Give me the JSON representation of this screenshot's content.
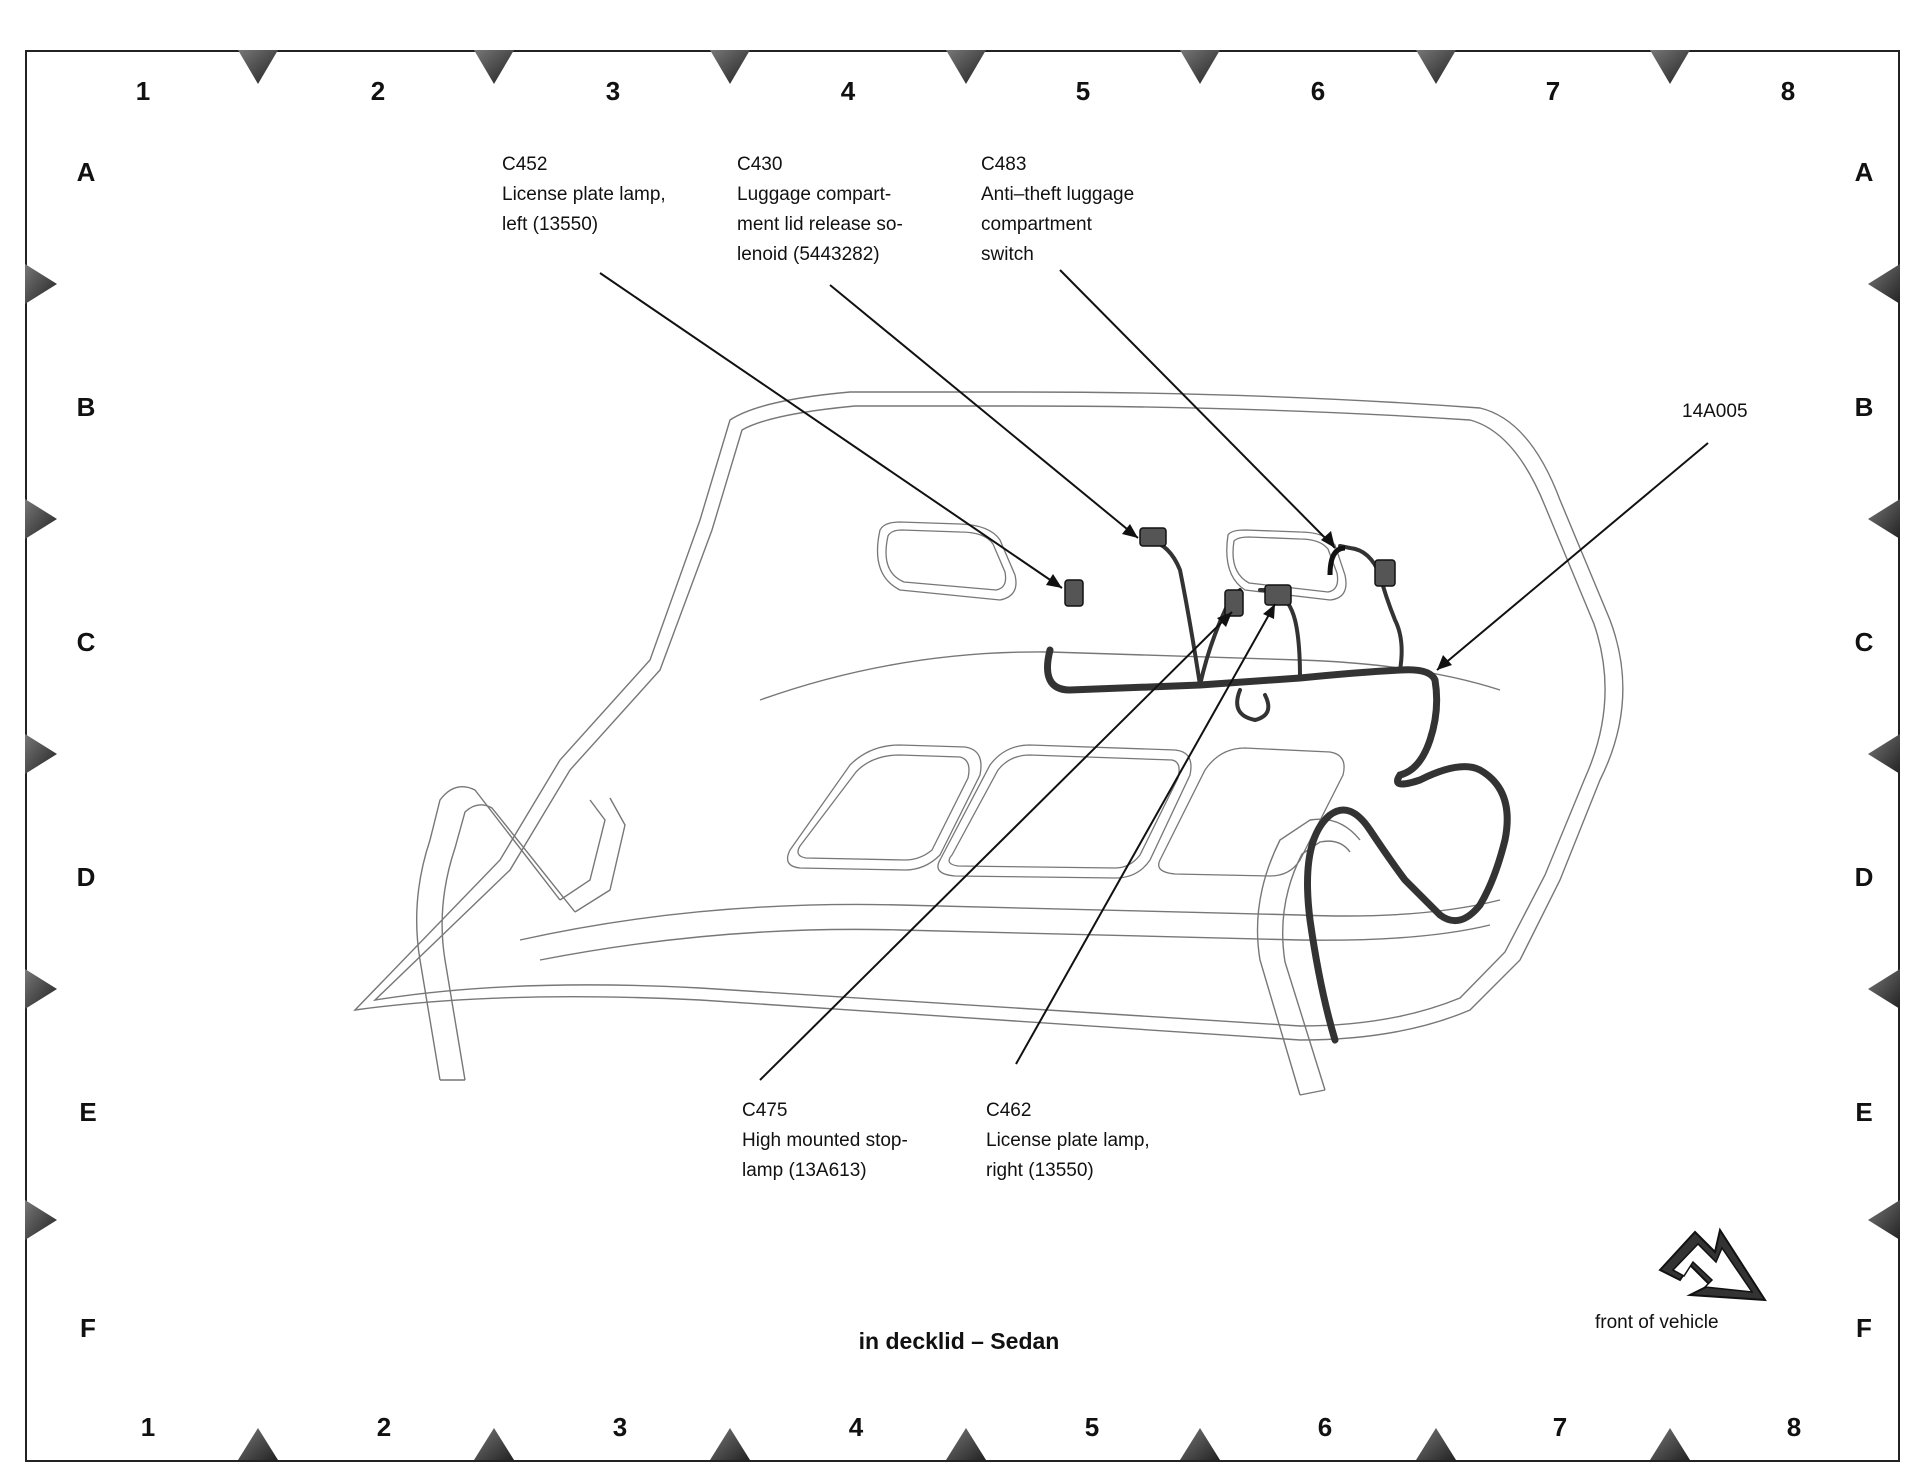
{
  "grid": {
    "columns": [
      "1",
      "2",
      "3",
      "4",
      "5",
      "6",
      "7",
      "8"
    ],
    "rows": [
      "A",
      "B",
      "C",
      "D",
      "E",
      "F"
    ]
  },
  "callouts": {
    "c452": {
      "code": "C452",
      "lines": [
        "License plate lamp,",
        "left (13550)"
      ]
    },
    "c430": {
      "code": "C430",
      "lines": [
        "Luggage compart-",
        "ment lid release so-",
        "lenoid (5443282)"
      ]
    },
    "c483": {
      "code": "C483",
      "lines": [
        "Anti–theft luggage",
        "compartment",
        "switch"
      ]
    },
    "harness": {
      "code": "14A005"
    },
    "c475": {
      "code": "C475",
      "lines": [
        "High mounted stop-",
        "lamp (13A613)"
      ]
    },
    "c462": {
      "code": "C462",
      "lines": [
        "License plate lamp,",
        "right (13550)"
      ]
    }
  },
  "caption": "in decklid – Sedan",
  "orientation": {
    "label": "front of vehicle",
    "icon": "front-arrow-icon"
  },
  "colors": {
    "line": "#111111",
    "marker": "#444444",
    "harness": "#333333"
  }
}
